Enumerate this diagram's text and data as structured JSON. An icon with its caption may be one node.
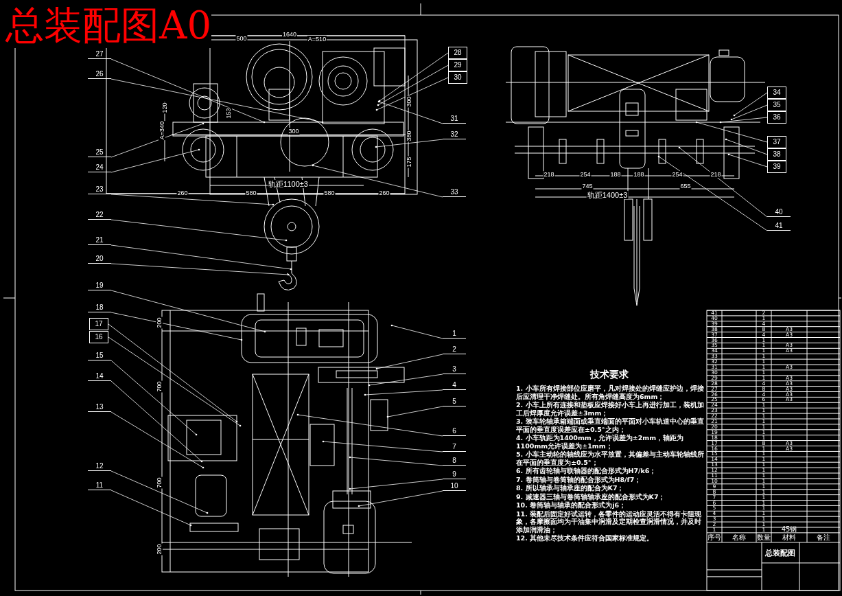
{
  "diagram": {
    "nodes": [
      {
        "text": [
          "1"
        ]
      },
      {
        "text": [
          "2"
        ]
      },
      {
        "text": [
          "3"
        ]
      },
      {
        "text": [
          "4"
        ]
      },
      {
        "text": [
          "5"
        ]
      },
      {
        "text": [
          "6"
        ]
      },
      {
        "text": [
          "7"
        ]
      },
      {
        "text": [
          "8"
        ]
      },
      {
        "text": [
          "9"
        ]
      },
      {
        "text": [
          "10"
        ]
      },
      {
        "text": [
          "11"
        ]
      },
      {
        "text": [
          "12"
        ]
      },
      {
        "text": [
          "13"
        ]
      },
      {
        "text": [
          "14"
        ]
      },
      {
        "text": [
          "15"
        ]
      },
      {
        "text": [
          "16"
        ]
      },
      {
        "text": [
          "17"
        ]
      },
      {
        "text": [
          "18"
        ]
      },
      {
        "text": [
          "19"
        ]
      },
      {
        "text": [
          "20"
        ]
      },
      {
        "text": [
          "21"
        ]
      },
      {
        "text": [
          "22"
        ]
      },
      {
        "text": [
          "23"
        ]
      },
      {
        "text": [
          "24"
        ]
      },
      {
        "text": [
          "25"
        ]
      },
      {
        "text": [
          "26"
        ]
      },
      {
        "text": [
          "27"
        ]
      },
      {
        "text": [
          "28"
        ]
      },
      {
        "text": [
          "29"
        ]
      },
      {
        "text": [
          "30"
        ]
      },
      {
        "text": [
          "31"
        ]
      },
      {
        "text": [
          "32"
        ]
      },
      {
        "text": [
          "33"
        ]
      },
      {
        "text": [
          "34"
        ]
      },
      {
        "text": [
          "35"
        ]
      },
      {
        "text": [
          "36"
        ]
      },
      {
        "text": [
          "37"
        ]
      },
      {
        "text": [
          "38"
        ]
      },
      {
        "text": [
          "39"
        ]
      },
      {
        "text": [
          "40"
        ]
      },
      {
        "text": [
          "41"
        ]
      }
    ],
    "edges": [
      {
        "from": 0,
        "to": null,
        "arrow": "other"
      },
      {
        "from": 1,
        "to": null,
        "arrow": "other"
      },
      {
        "from": 2,
        "to": null,
        "arrow": "other"
      },
      {
        "from": 3,
        "to": null,
        "arrow": "other"
      },
      {
        "from": 4,
        "to": null,
        "arrow": "other"
      },
      {
        "from": 5,
        "to": null,
        "arrow": "other"
      },
      {
        "from": 6,
        "to": null,
        "arrow": "other"
      },
      {
        "from": 7,
        "to": null,
        "arrow": "other"
      },
      {
        "from": 8,
        "to": null,
        "arrow": "other"
      },
      {
        "from": 9,
        "to": null,
        "arrow": "other"
      },
      {
        "from": 10,
        "to": null,
        "arrow": "other"
      },
      {
        "from": 11,
        "to": null,
        "arrow": "other"
      },
      {
        "from": 12,
        "to": null,
        "arrow": "other"
      },
      {
        "from": 13,
        "to": null,
        "arrow": "other"
      },
      {
        "from": 14,
        "to": null,
        "arrow": "other"
      },
      {
        "from": 15,
        "to": null,
        "arrow": "other"
      },
      {
        "from": 16,
        "to": null,
        "arrow": "other"
      },
      {
        "from": 17,
        "to": null,
        "arrow": "other"
      },
      {
        "from": 18,
        "to": null,
        "arrow": "other"
      },
      {
        "from": 19,
        "to": null,
        "arrow": "other"
      },
      {
        "from": 20,
        "to": null,
        "arrow": "other"
      },
      {
        "from": 21,
        "to": null,
        "arrow": "other"
      },
      {
        "from": 22,
        "to": null,
        "arrow": "other"
      },
      {
        "from": 23,
        "to": null,
        "arrow": "other"
      },
      {
        "from": 24,
        "to": null,
        "arrow": "other"
      },
      {
        "from": 25,
        "to": null,
        "arrow": "other"
      },
      {
        "from": 26,
        "to": null,
        "arrow": "other"
      },
      {
        "from": 27,
        "to": null,
        "arrow": "other"
      },
      {
        "from": 28,
        "to": null,
        "arrow": "other"
      },
      {
        "from": 29,
        "to": null,
        "arrow": "other"
      },
      {
        "from": 30,
        "to": null,
        "arrow": "other"
      },
      {
        "from": 31,
        "to": null,
        "arrow": "other"
      },
      {
        "from": 32,
        "to": null,
        "arrow": "other"
      },
      {
        "from": 33,
        "to": null,
        "arrow": "other"
      },
      {
        "from": 34,
        "to": null,
        "arrow": "other"
      },
      {
        "from": 35,
        "to": null,
        "arrow": "other"
      },
      {
        "from": 36,
        "to": null,
        "arrow": "other"
      },
      {
        "from": 37,
        "to": null,
        "arrow": "other"
      },
      {
        "from": 38,
        "to": null,
        "arrow": "other"
      },
      {
        "from": 39,
        "to": null,
        "arrow": "other"
      },
      {
        "from": 40,
        "to": null,
        "arrow": "other"
      }
    ],
    "labels": [
      "总装配图A0",
      "1640",
      "500",
      "A=510",
      "120",
      "A=340",
      "153",
      "300",
      "300",
      "380",
      "175",
      "轨距1100±3",
      "260",
      "580",
      "580",
      "260",
      "218",
      "254",
      "188",
      "188",
      "254",
      "218",
      "745",
      "655",
      "轨距1400±3",
      "200",
      "700",
      "700",
      "200",
      "技术要求",
      "1. 小车所有焊接部位应磨平，凡对焊接处的焊缝应护边，焊接后应清理干净焊缝处。所有角焊缝高度为6mm；",
      "2. 小车上所有连接和垫板应焊接好小车上再进行加工，装机加工后焊厚度允许误差±3mm；",
      "3. 装车轮轴承箱端面或垂直端面的平面对小车轨道中心的垂直平面的垂直度误差应在±0.5°之内；",
      "4. 小车轨距为1400mm，允许误差为±2mm，轴距为1100mm允许误差为±1mm；",
      "5. 小车主动轮的轴线应为水平放置，其偏差与主动车轮轴线所在平面的垂直度为±0.5°；",
      "6. 所有齿轮轴与联轴器的配合形式为H7/k6；",
      "7. 卷筒轴与卷筒轴的配合形式为H8/f7；",
      "8. 所以轴承与轴承座的配合为K7；",
      "9. 减速器三轴与卷筒轴轴承座的配合形式为K7；",
      "10. 卷筒轴与轴承的配合形式为j6；",
      "11. 装配后固定好试运转，各零件的运动应灵活不得有卡阻现象，各摩擦面均为干油集中润滑及定期检查润滑情况，并及时添加润滑油；",
      "12. 其他未尽技术条件应符合国家标准规定。",
      "41",
      "2",
      "40",
      "1",
      "39",
      "4",
      "38",
      "8",
      "A3",
      "37",
      "4",
      "A3",
      "36",
      "1",
      "35",
      "1",
      "A3",
      "34",
      "1",
      "A3",
      "33",
      "1",
      "32",
      "1",
      "31",
      "1",
      "A3",
      "30",
      "1",
      "29",
      "1",
      "A3",
      "28",
      "4",
      "A3",
      "27",
      "8",
      "A3",
      "26",
      "4",
      "A3",
      "25",
      "6",
      "A3",
      "24",
      "1",
      "23",
      "1",
      "22",
      "1",
      "21",
      "1",
      "20",
      "1",
      "19",
      "1",
      "18",
      "1",
      "17",
      "8",
      "A3",
      "16",
      "1",
      "A3",
      "15",
      "1",
      "14",
      "1",
      "13",
      "1",
      "12",
      "1",
      "11",
      "1",
      "10",
      "1",
      "9",
      "1",
      "8",
      "1",
      "7",
      "1",
      "6",
      "1",
      "5",
      "1",
      "4",
      "1",
      "3",
      "1",
      "2",
      "1",
      "1",
      "1",
      "45钢",
      "序号",
      "名称",
      "数量",
      "材料",
      "备注",
      "总装配图"
    ]
  }
}
